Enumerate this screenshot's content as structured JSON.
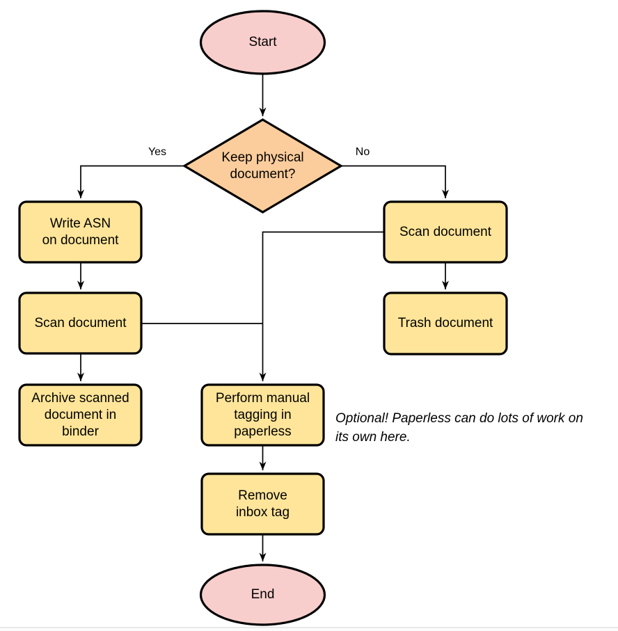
{
  "colors": {
    "terminator_fill": "#F8CECC",
    "decision_fill": "#FBCD9C",
    "process_fill": "#FFE599",
    "stroke": "#000000",
    "divider": "#E9E9E9",
    "background": "#FFFFFF"
  },
  "nodes": {
    "start": {
      "label": "Start"
    },
    "decision": {
      "label": [
        "Keep physical",
        "document?"
      ]
    },
    "write_asn": {
      "label": [
        "Write ASN",
        "on document"
      ]
    },
    "scan_left": {
      "label": "Scan document"
    },
    "archive": {
      "label": [
        "Archive scanned",
        "document in",
        "binder"
      ]
    },
    "scan_right": {
      "label": "Scan document"
    },
    "trash": {
      "label": "Trash document"
    },
    "tagging": {
      "label": [
        "Perform manual",
        "tagging in",
        "paperless"
      ]
    },
    "remove_inbox": {
      "label": [
        "Remove",
        "inbox tag"
      ]
    },
    "end": {
      "label": "End"
    }
  },
  "edge_labels": {
    "yes": "Yes",
    "no": "No"
  },
  "note": {
    "text": [
      "Optional! Paperless can do lots of work on",
      "its own here."
    ]
  }
}
